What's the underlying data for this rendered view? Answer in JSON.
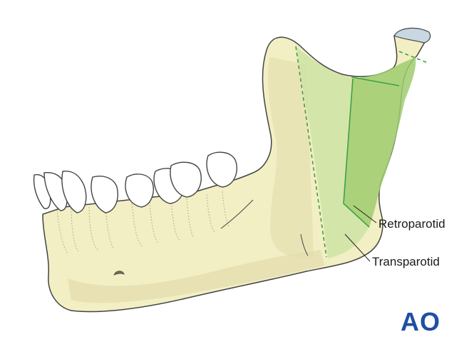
{
  "labels": {
    "retroparotid": "Retroparotid",
    "transparotid": "Transparotid"
  },
  "logo": {
    "text": "AO",
    "color": "#1f4fa3"
  },
  "colors": {
    "bone": "#f2efc4",
    "bone_shadow": "#e3dcae",
    "tooth": "#ffffff",
    "outline": "#444444",
    "zone_light": "#cfe3a6",
    "zone_dark": "#9fcd6e",
    "zone_line": "#3fa046",
    "condyle_cap": "#c9d7e3"
  }
}
